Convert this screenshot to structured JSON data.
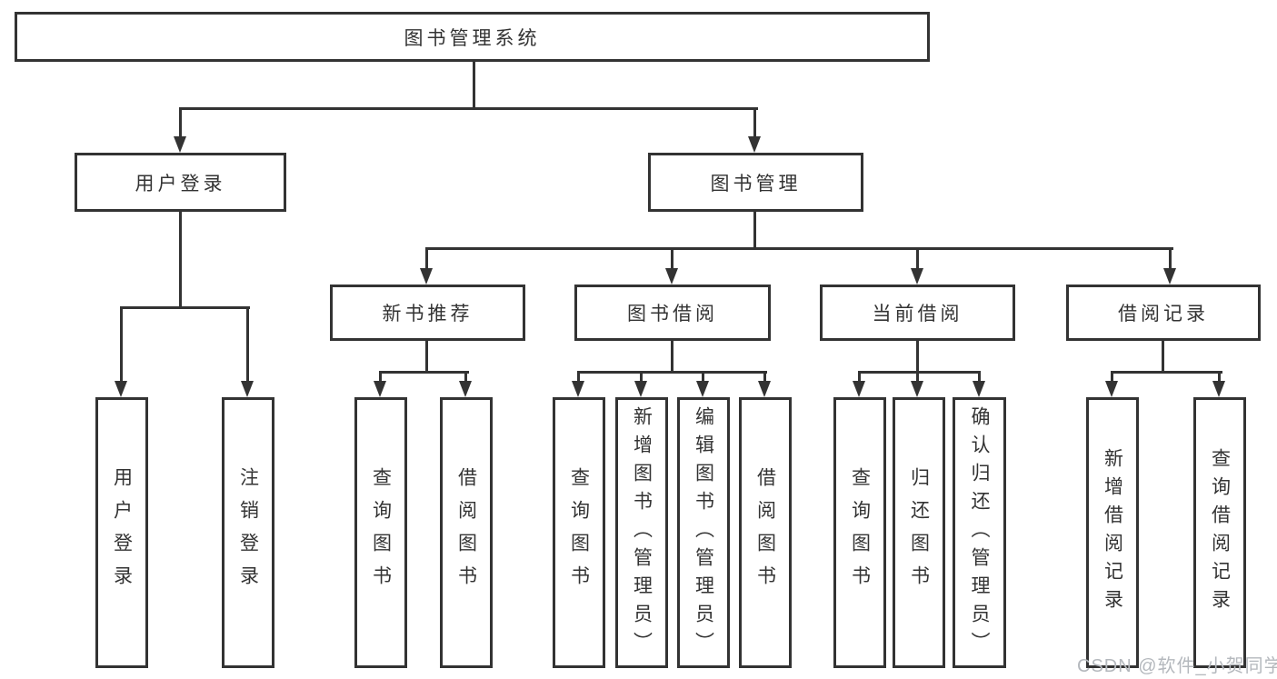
{
  "diagram_title": "图书管理系统",
  "colors": {
    "line": "#333333",
    "text": "#333333",
    "box_background": "#ffffff",
    "watermark": "#b4b8bd"
  },
  "nodes": {
    "root": "图书管理系统",
    "user_login": "用户登录",
    "book_mgmt": "图书管理",
    "new_book_rec": "新书推荐",
    "book_borrow": "图书借阅",
    "current_borrow": "当前借阅",
    "borrow_records": "借阅记录",
    "leaf_user_login": "用户登录",
    "leaf_logout": "注销登录",
    "leaf_query_book_a": "查询图书",
    "leaf_borrow_book_a": "借阅图书",
    "leaf_query_book_b": "查询图书",
    "leaf_add_book": "新增图书（管理员）",
    "leaf_edit_book": "编辑图书（管理员）",
    "leaf_borrow_book_b": "借阅图书",
    "leaf_query_book_c": "查询图书",
    "leaf_return_book": "归还图书",
    "leaf_confirm_return": "确认归还（管理员）",
    "leaf_add_record": "新增借阅记录",
    "leaf_query_record": "查询借阅记录"
  },
  "hierarchy": {
    "图书管理系统": {
      "用户登录": [
        "用户登录",
        "注销登录"
      ],
      "图书管理": {
        "新书推荐": [
          "查询图书",
          "借阅图书"
        ],
        "图书借阅": [
          "查询图书",
          "新增图书（管理员）",
          "编辑图书（管理员）",
          "借阅图书"
        ],
        "当前借阅": [
          "查询图书",
          "归还图书",
          "确认归还（管理员）"
        ],
        "借阅记录": [
          "新增借阅记录",
          "查询借阅记录"
        ]
      }
    }
  },
  "watermark": "CSDN @软件_小贺同学"
}
